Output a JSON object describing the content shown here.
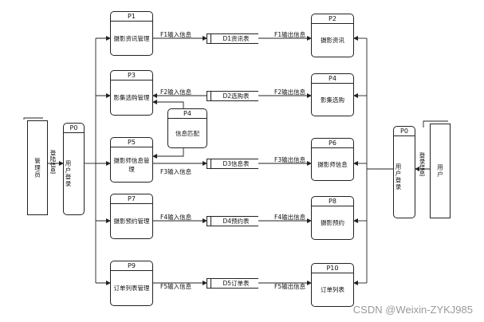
{
  "external": {
    "admin": "管理员",
    "user": "用户"
  },
  "processes": {
    "p0_left": {
      "id": "P0",
      "name": "用户登录"
    },
    "p0_right": {
      "id": "P0",
      "name": "用户登录"
    },
    "p1": {
      "id": "P1",
      "name": "摄影资讯管理"
    },
    "p2": {
      "id": "P2",
      "name": "摄影资讯"
    },
    "p3": {
      "id": "P3",
      "name": "影集选购管理"
    },
    "p4r": {
      "id": "P4",
      "name": "影集选购"
    },
    "p4": {
      "id": "P4",
      "name": "信息匹配"
    },
    "p5": {
      "id": "P5",
      "name": "摄影师信息管理"
    },
    "p6": {
      "id": "P6",
      "name": "摄影师信息"
    },
    "p7": {
      "id": "P7",
      "name": "摄影预约管理"
    },
    "p8": {
      "id": "P8",
      "name": "摄影预约"
    },
    "p9": {
      "id": "P9",
      "name": "订单列表管理"
    },
    "p10": {
      "id": "P10",
      "name": "订单列表"
    }
  },
  "stores": {
    "d1": "D1资讯表",
    "d2": "D2选购表",
    "d3": "D3信息表",
    "d4": "D4预约表",
    "d5": "D5订单表"
  },
  "flows": {
    "f1_in": "F1输入信息",
    "f1_out": "F1输出信息",
    "f2_in": "F2输入信息",
    "f2_out": "F2输出信息",
    "f3_in": "F3输入信息",
    "f3_out": "F3输出信息",
    "f4_in": "F4输入信息",
    "f4_out": "F4输出信息",
    "f5_in": "F5输入信息",
    "f5_out": "F5输出信息",
    "login_left": "登陆信息",
    "login_right": "登录信息"
  },
  "watermark": "CSDN @Weixin-ZYKJ985"
}
